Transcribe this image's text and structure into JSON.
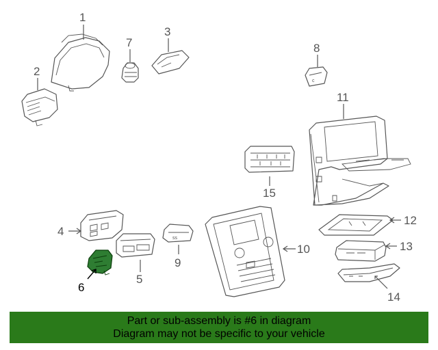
{
  "diagram": {
    "highlighted_part": "6",
    "callouts": [
      {
        "id": "1",
        "label": "1"
      },
      {
        "id": "2",
        "label": "2"
      },
      {
        "id": "3",
        "label": "3"
      },
      {
        "id": "4",
        "label": "4"
      },
      {
        "id": "5",
        "label": "5"
      },
      {
        "id": "6",
        "label": "6"
      },
      {
        "id": "7",
        "label": "7"
      },
      {
        "id": "8",
        "label": "8"
      },
      {
        "id": "9",
        "label": "9"
      },
      {
        "id": "10",
        "label": "10"
      },
      {
        "id": "11",
        "label": "11"
      },
      {
        "id": "12",
        "label": "12"
      },
      {
        "id": "13",
        "label": "13"
      },
      {
        "id": "14",
        "label": "14"
      },
      {
        "id": "15",
        "label": "15"
      }
    ]
  },
  "banner": {
    "line1": "Part or sub-assembly is #6 in diagram",
    "line2": "Diagram may not be specific to your vehicle"
  },
  "colors": {
    "banner_bg": "#2a7a1a",
    "highlight": "#2e7d32",
    "line_art": "#555555"
  }
}
